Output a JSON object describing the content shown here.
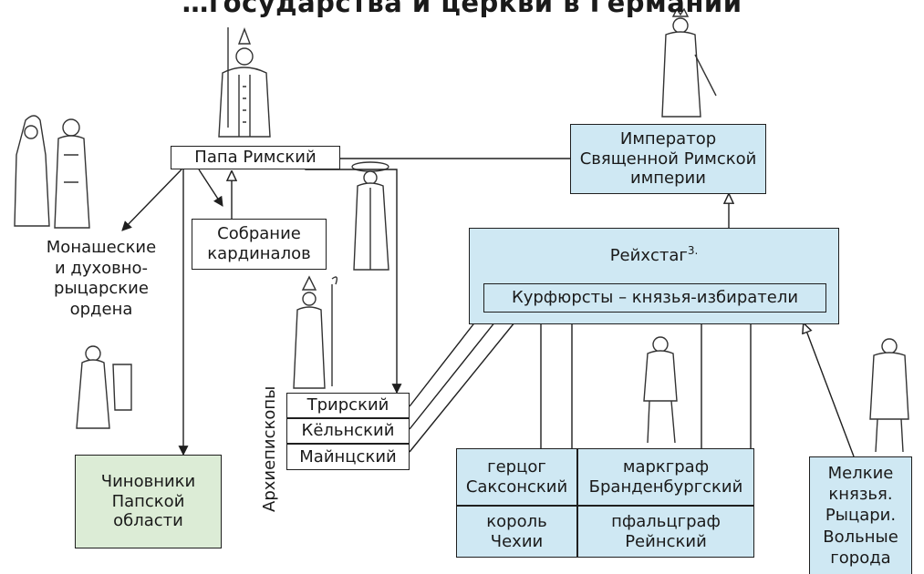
{
  "title": "…государства и церкви в Германии",
  "nodes": {
    "pope": "Папа Римский",
    "cardinals": "Собрание\nкардиналов",
    "orders": "Монашеские\nи духовно-\nрыцарские\nордена",
    "officials": "Чиновники\nПапской\nобласти",
    "emperor": "Император\nСвященной Римской\nимперии",
    "reichstag": "Рейхстаг",
    "reichstag_note": "3.",
    "electors": "Курфюрсты – князья-избиратели",
    "archbishops_label": "Архиепископы",
    "archbishops": [
      "Трирский",
      "Кёльнский",
      "Майнцский"
    ],
    "saxony": "герцог\nСаксонский",
    "brandenburg": "маркграф\nБранденбургский",
    "bohemia": "король\nЧехии",
    "palatinate": "пфальцграф\nРейнский",
    "minor": "Мелкие\nкнязья.\nРыцари.\nВольные\nгорода"
  },
  "colors": {
    "imperial": "#cfe8f3",
    "papal": "#dcecd6",
    "line": "#1f1f1f"
  },
  "icons": [
    "pope-figure-icon",
    "monk-figure-icon",
    "knight-monk-figure-icon",
    "cardinal-figure-icon",
    "bishop-figure-icon",
    "clerk-figure-icon",
    "emperor-figure-icon",
    "prince-figure-icon",
    "burgher-figure-icon"
  ]
}
